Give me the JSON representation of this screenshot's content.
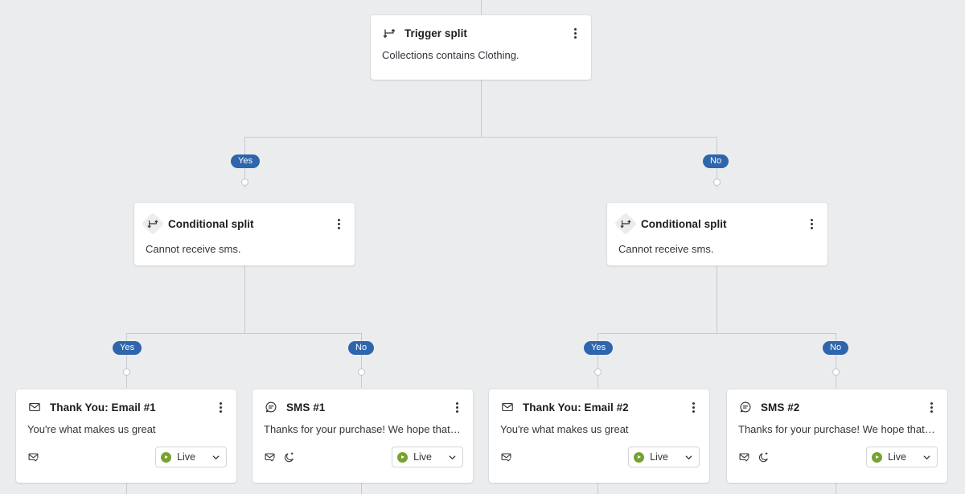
{
  "canvas": {
    "background_color": "#ebecee",
    "connector_color": "#c7cad0",
    "branch_pill_color": "#2e66ad",
    "status_live_color": "#78a22f"
  },
  "nodes": {
    "trigger_split": {
      "icon": "split-icon",
      "title": "Trigger split",
      "description": "Collections contains Clothing.",
      "menu": "kebab-menu-icon"
    },
    "conditional_split_left": {
      "icon": "conditional-split-icon",
      "title": "Conditional split",
      "description": "Cannot receive sms.",
      "menu": "kebab-menu-icon"
    },
    "conditional_split_right": {
      "icon": "conditional-split-icon",
      "title": "Conditional split",
      "description": "Cannot receive sms.",
      "menu": "kebab-menu-icon"
    },
    "email_1": {
      "icon": "envelope-icon",
      "title": "Thank You: Email #1",
      "description": "You're what makes us great",
      "menu": "kebab-menu-icon",
      "footer_icons": [
        "envelope-check-icon"
      ],
      "status": {
        "label": "Live",
        "dot": "play-circle-icon",
        "chevron": "chevron-down-icon"
      }
    },
    "sms_1": {
      "icon": "sms-bubble-icon",
      "title": "SMS #1",
      "description": "Thanks for your purchase! We hope that ...",
      "menu": "kebab-menu-icon",
      "footer_icons": [
        "envelope-check-icon",
        "moon-quiet-hours-icon"
      ],
      "status": {
        "label": "Live",
        "dot": "play-circle-icon",
        "chevron": "chevron-down-icon"
      }
    },
    "email_2": {
      "icon": "envelope-icon",
      "title": "Thank You: Email #2",
      "description": "You're what makes us great",
      "menu": "kebab-menu-icon",
      "footer_icons": [
        "envelope-check-icon"
      ],
      "status": {
        "label": "Live",
        "dot": "play-circle-icon",
        "chevron": "chevron-down-icon"
      }
    },
    "sms_2": {
      "icon": "sms-bubble-icon",
      "title": "SMS #2",
      "description": "Thanks for your purchase! We hope that ...",
      "menu": "kebab-menu-icon",
      "footer_icons": [
        "envelope-check-icon",
        "moon-quiet-hours-icon"
      ],
      "status": {
        "label": "Live",
        "dot": "play-circle-icon",
        "chevron": "chevron-down-icon"
      }
    }
  },
  "branches": {
    "trigger_yes": "Yes",
    "trigger_no": "No",
    "left_yes": "Yes",
    "left_no": "No",
    "right_yes": "Yes",
    "right_no": "No"
  }
}
